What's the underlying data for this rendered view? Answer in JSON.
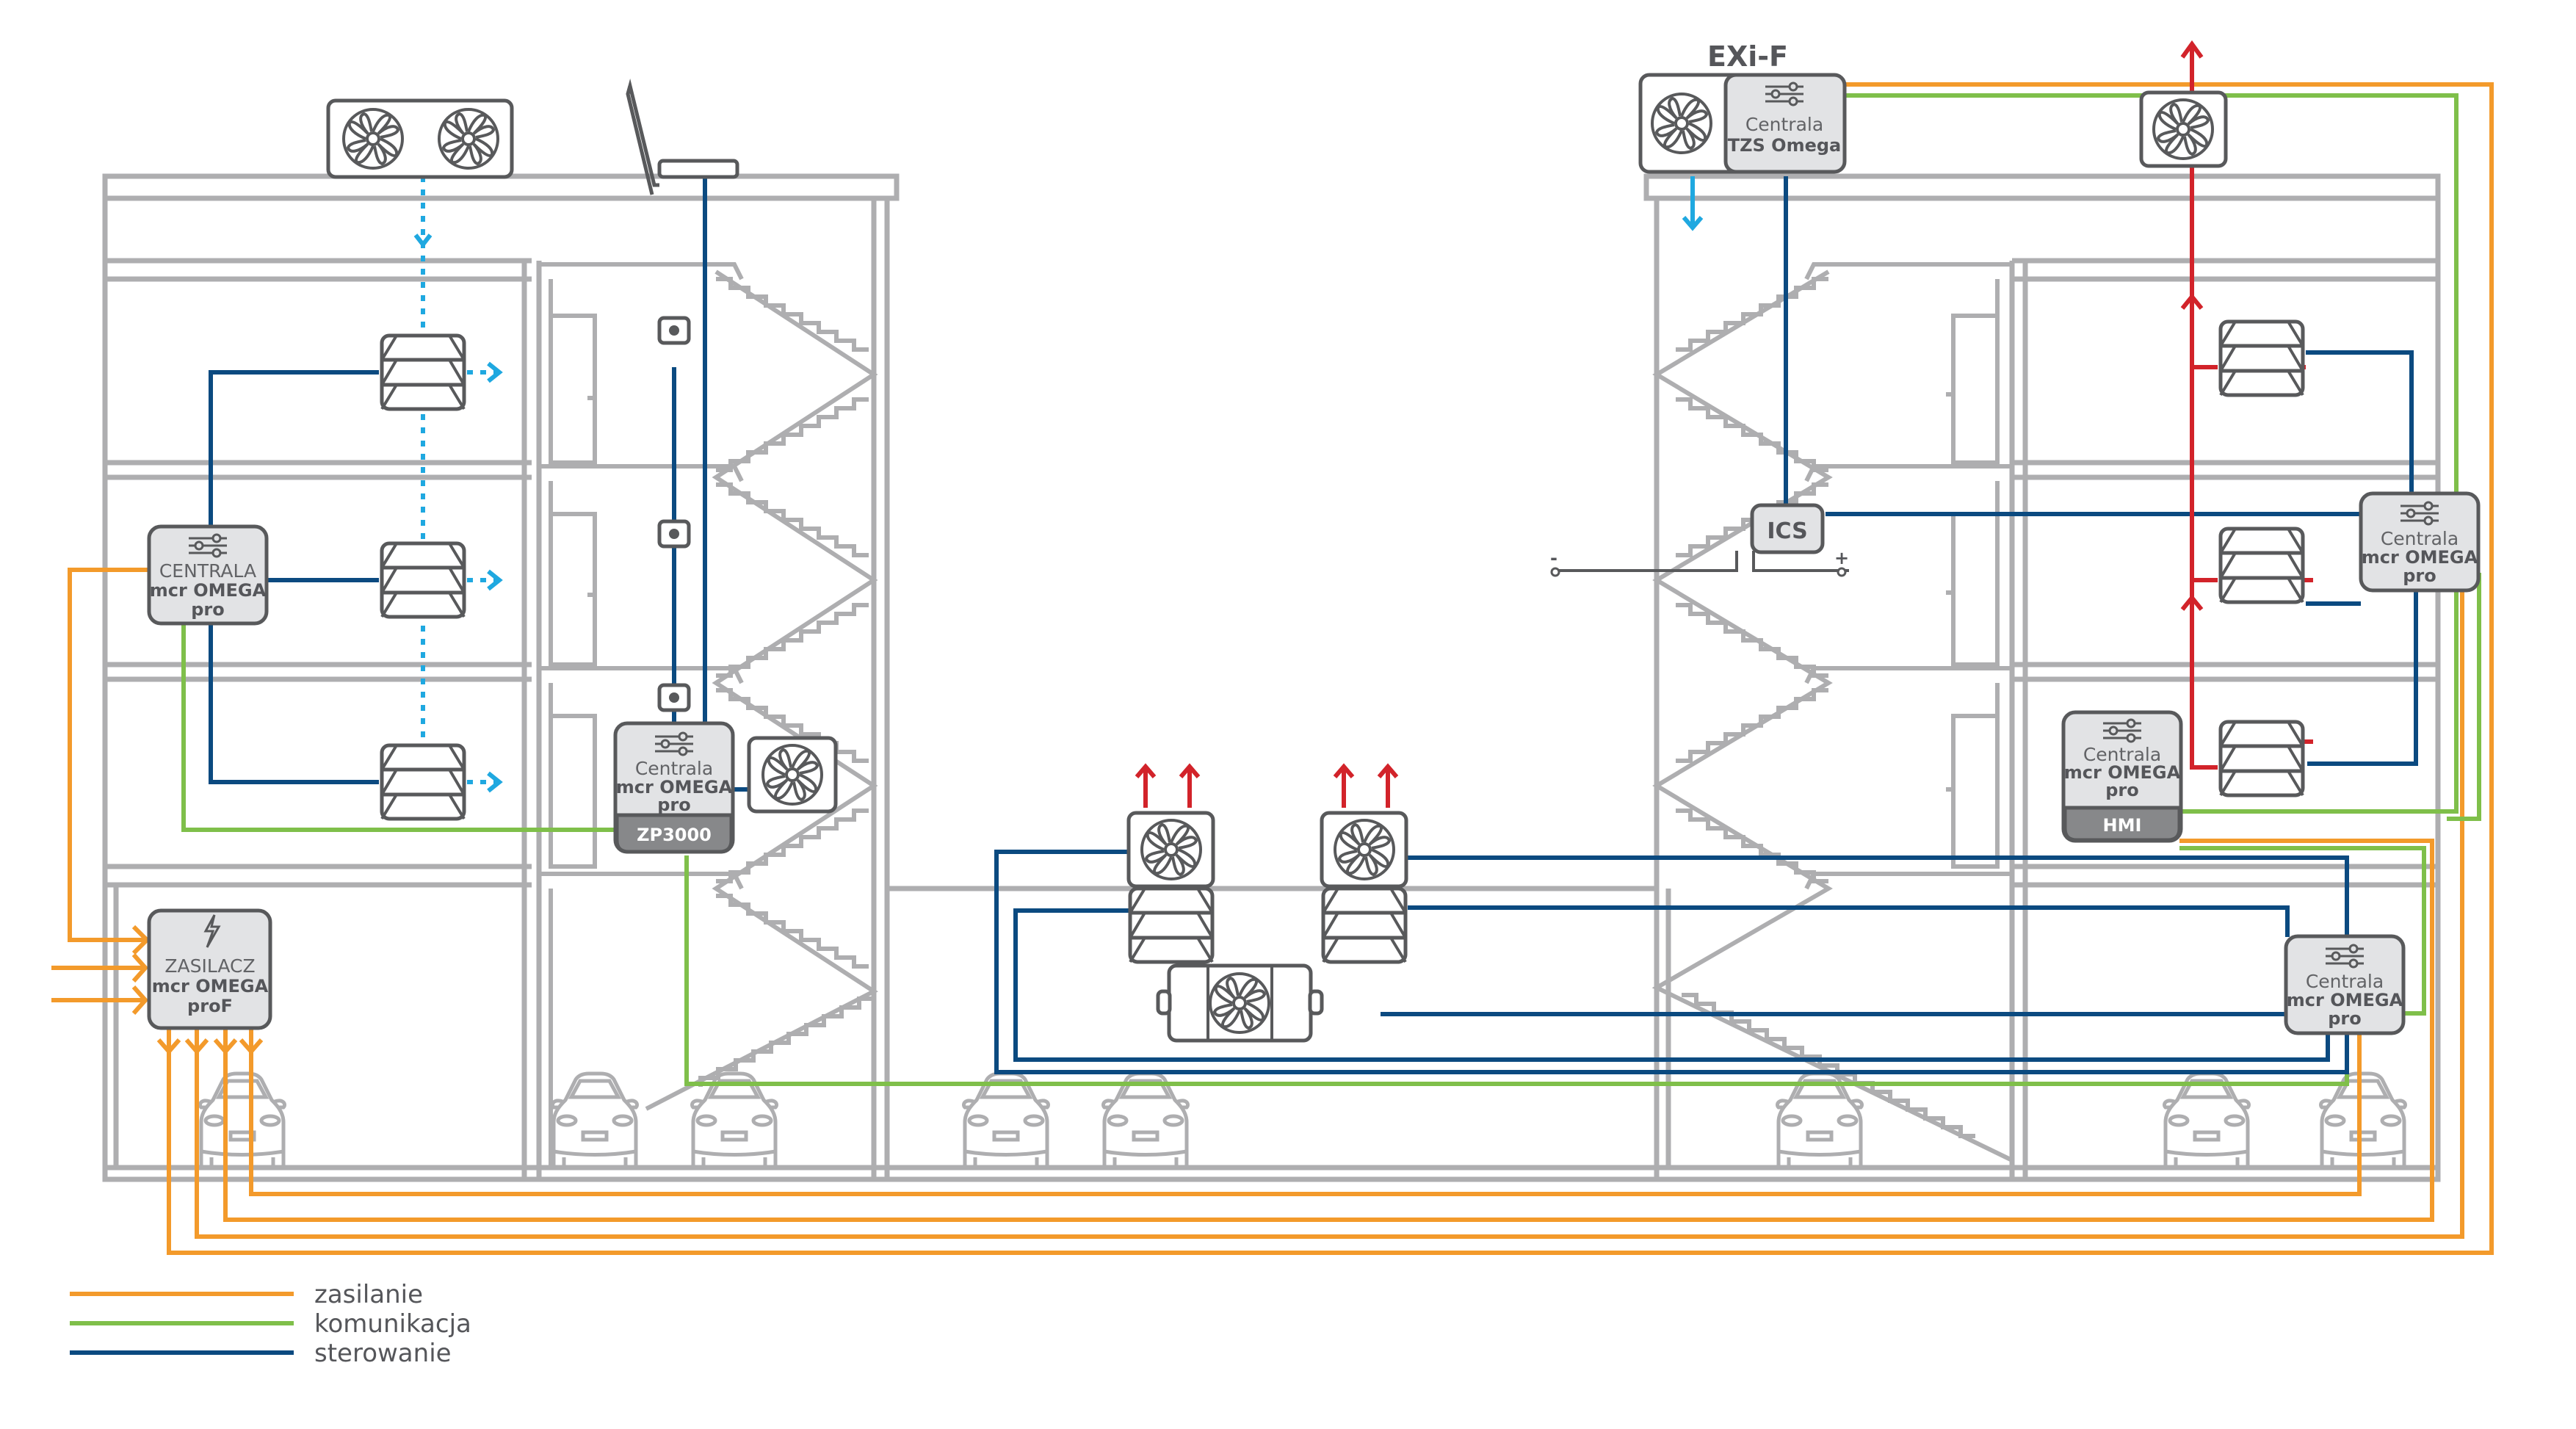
{
  "diagram": {
    "title": "mcr OMEGA smoke-control system in multi-storey car park",
    "colors": {
      "zasilanie": "#f39a2b",
      "komunikacja": "#7fbf4a",
      "sterowanie": "#0b4a80",
      "exhaust_flow": "#d2232a",
      "supply_flow": "#1fa8e0",
      "building": "#aeaeb0",
      "device_fill": "#e2e3e5"
    }
  },
  "devices": {
    "centrala_left": {
      "line1": "CENTRALA",
      "line2": "mcr OMEGA",
      "line3": "pro"
    },
    "zasilacz": {
      "line1": "ZASILACZ",
      "line2": "mcr OMEGA",
      "line3": "proF",
      "icon": "lightning-icon"
    },
    "centrala_zp": {
      "line1": "Centrala",
      "line2": "mcr OMEGA",
      "line3": "pro",
      "badge": "ZP3000"
    },
    "exif": {
      "label": "EXi-F",
      "line1": "Centrala",
      "line2": "TZS Omega"
    },
    "ics": {
      "label": "ICS",
      "minus": "-",
      "plus": "+"
    },
    "centrala_right_top": {
      "line1": "Centrala",
      "line2": "mcr OMEGA",
      "line3": "pro"
    },
    "centrala_hmi": {
      "line1": "Centrala",
      "line2": "mcr OMEGA",
      "line3": "pro",
      "badge": "HMI"
    },
    "centrala_right_bottom": {
      "line1": "Centrala",
      "line2": "mcr OMEGA",
      "line3": "pro"
    }
  },
  "legend": [
    {
      "label": "zasilanie",
      "color": "#f39a2b"
    },
    {
      "label": "komunikacja",
      "color": "#7fbf4a"
    },
    {
      "label": "sterowanie",
      "color": "#0b4a80"
    }
  ]
}
